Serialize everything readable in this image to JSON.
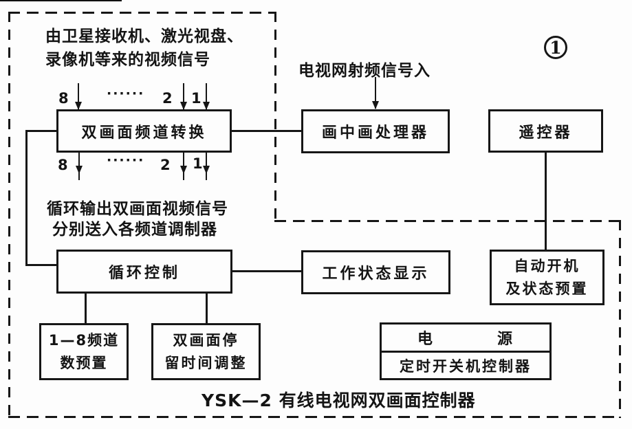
{
  "figure": {
    "badge": "1",
    "caption": "YSK—2 有线电视网双画面控制器"
  },
  "labels": {
    "source_line1": "由卫星接收机、激光视盘、",
    "source_line2": "录像机等来的视频信号",
    "rf_input": "电视网射频信号入",
    "loop_out_line1": "循环输出双画面视频信号",
    "loop_out_line2": "分别送入各频道调制器"
  },
  "markers": {
    "top": [
      "8",
      "······",
      "2",
      "1"
    ],
    "bottom": [
      "8",
      "······",
      "2",
      "1"
    ]
  },
  "boxes": {
    "switch": "双画面频道转换",
    "pip": "画中画处理器",
    "remote": "遥控器",
    "loop": "循环控制",
    "status": "工作状态显示",
    "auto1": "自动开机",
    "auto2": "及状态预置",
    "preset1": "1—8频道",
    "preset2": "数预置",
    "dwell1": "双画面停",
    "dwell2": "留时间调整",
    "power_left": "电",
    "power_right": "源",
    "timer": "定时开关机控制器"
  },
  "colors": {
    "ink": "#161616",
    "paper": "#fdfdfd"
  }
}
